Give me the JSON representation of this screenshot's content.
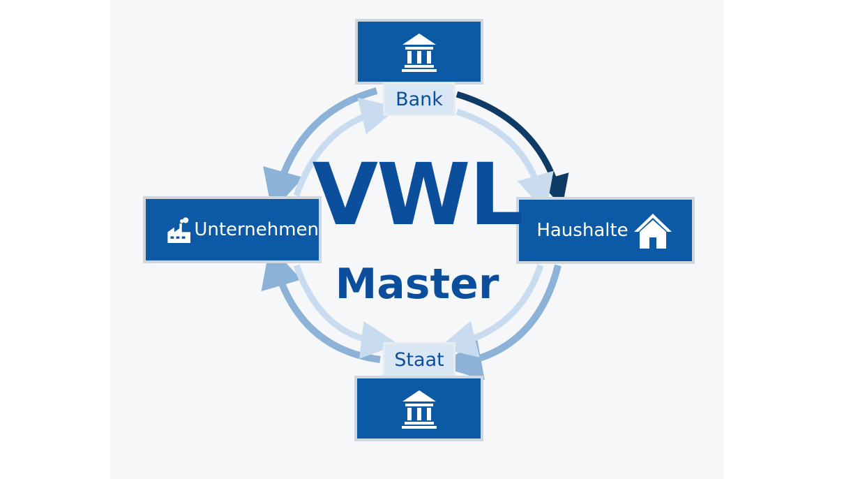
{
  "title": "VWL",
  "subtitle": "Master",
  "nodes": {
    "bank": {
      "label": "Bank",
      "icon": "bank-icon"
    },
    "unternehmen": {
      "label": "Unternehmen",
      "icon": "factory-icon"
    },
    "haushalte": {
      "label": "Haushalte",
      "icon": "house-icon"
    },
    "staat": {
      "label": "Staat",
      "icon": "bank-icon"
    }
  },
  "colors": {
    "primary": "#0c5aa6",
    "dark_arrow": "#0e3a66",
    "mid_arrow": "#8db2d8",
    "light_arrow": "#c9dcef"
  }
}
